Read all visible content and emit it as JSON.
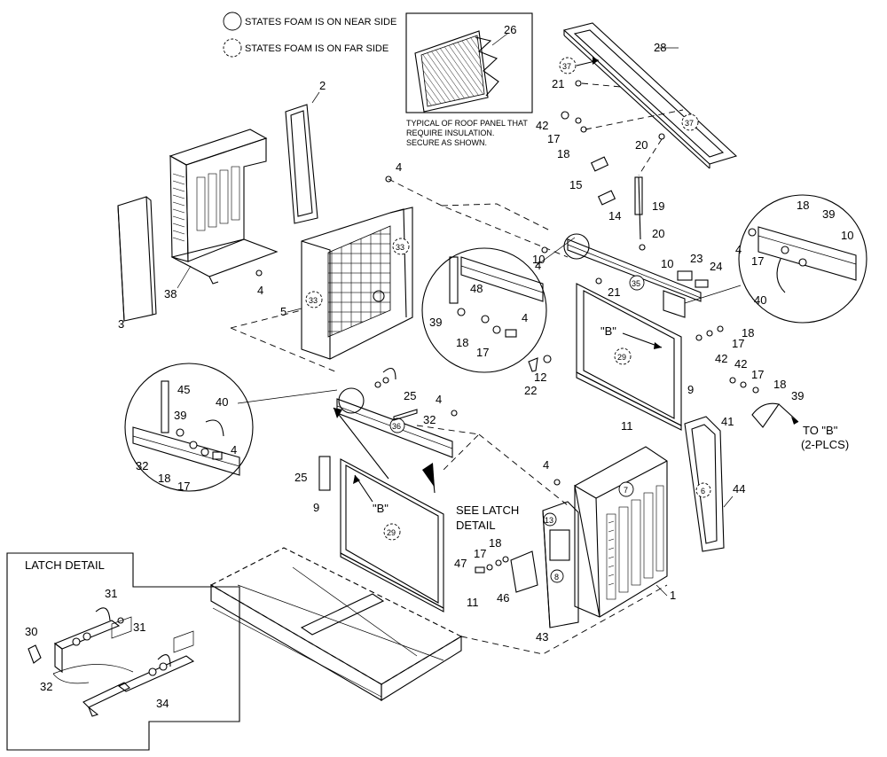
{
  "legend": {
    "near_side": "STATES FOAM IS ON NEAR SIDE",
    "far_side": "STATES FOAM IS ON FAR SIDE"
  },
  "roof_note": {
    "line1": "TYPICAL OF ROOF PANEL THAT",
    "line2": "REQUIRE INSULATION.",
    "line3": "SECURE AS SHOWN."
  },
  "latch_detail_title": "LATCH DETAIL",
  "see_latch": {
    "line1": "SEE LATCH",
    "line2": "DETAIL"
  },
  "to_b": {
    "line1": "TO \"B\"",
    "line2": "(2-PLCS)"
  },
  "b_label": "\"B\"",
  "callouts": [
    "1",
    "2",
    "3",
    "4",
    "5",
    "9",
    "10",
    "11",
    "12",
    "14",
    "15",
    "17",
    "18",
    "19",
    "20",
    "21",
    "22",
    "23",
    "24",
    "25",
    "26",
    "28",
    "30",
    "31",
    "32",
    "34",
    "38",
    "39",
    "40",
    "41",
    "42",
    "43",
    "44",
    "45",
    "46",
    "47",
    "48"
  ],
  "foam_tags": [
    "6",
    "7",
    "8",
    "13",
    "29",
    "33",
    "35",
    "36",
    "37"
  ]
}
